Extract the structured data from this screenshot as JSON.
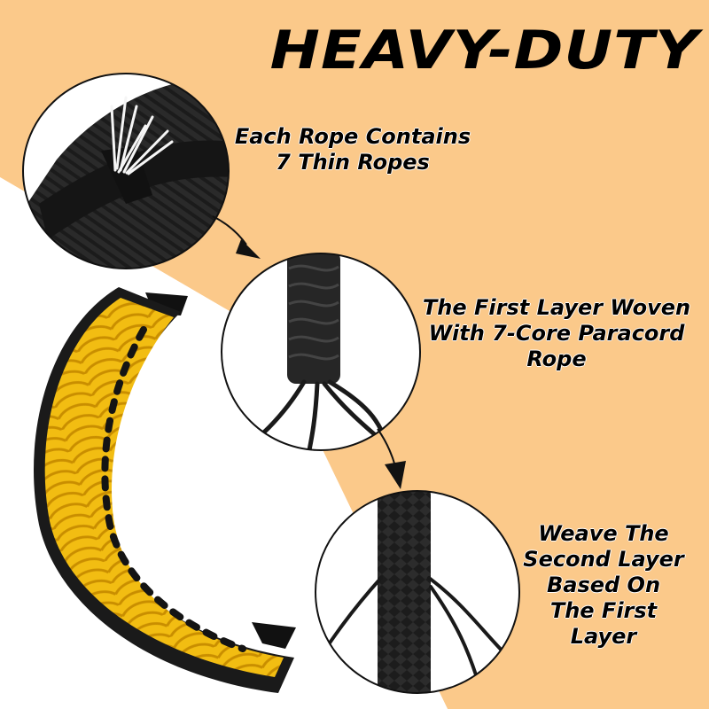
{
  "title": "HEAVY-DUTY",
  "captions": {
    "first": {
      "line1": "Each Rope Contains",
      "line2": "7 Thin Ropes"
    },
    "second": {
      "line1": "The First Layer Woven",
      "line2": "With 7-Core Paracord",
      "line3": "Rope"
    },
    "third": {
      "line1": "Weave The",
      "line2": "Second Layer",
      "line3": "Based On",
      "line4": "The First",
      "line5": "Layer"
    }
  },
  "colors": {
    "background_peach": "#FBC98A",
    "background_white": "#FFFFFF",
    "cord_yellow": "#F2BD12",
    "cord_black": "#1A1A1A",
    "text": "#000000"
  }
}
